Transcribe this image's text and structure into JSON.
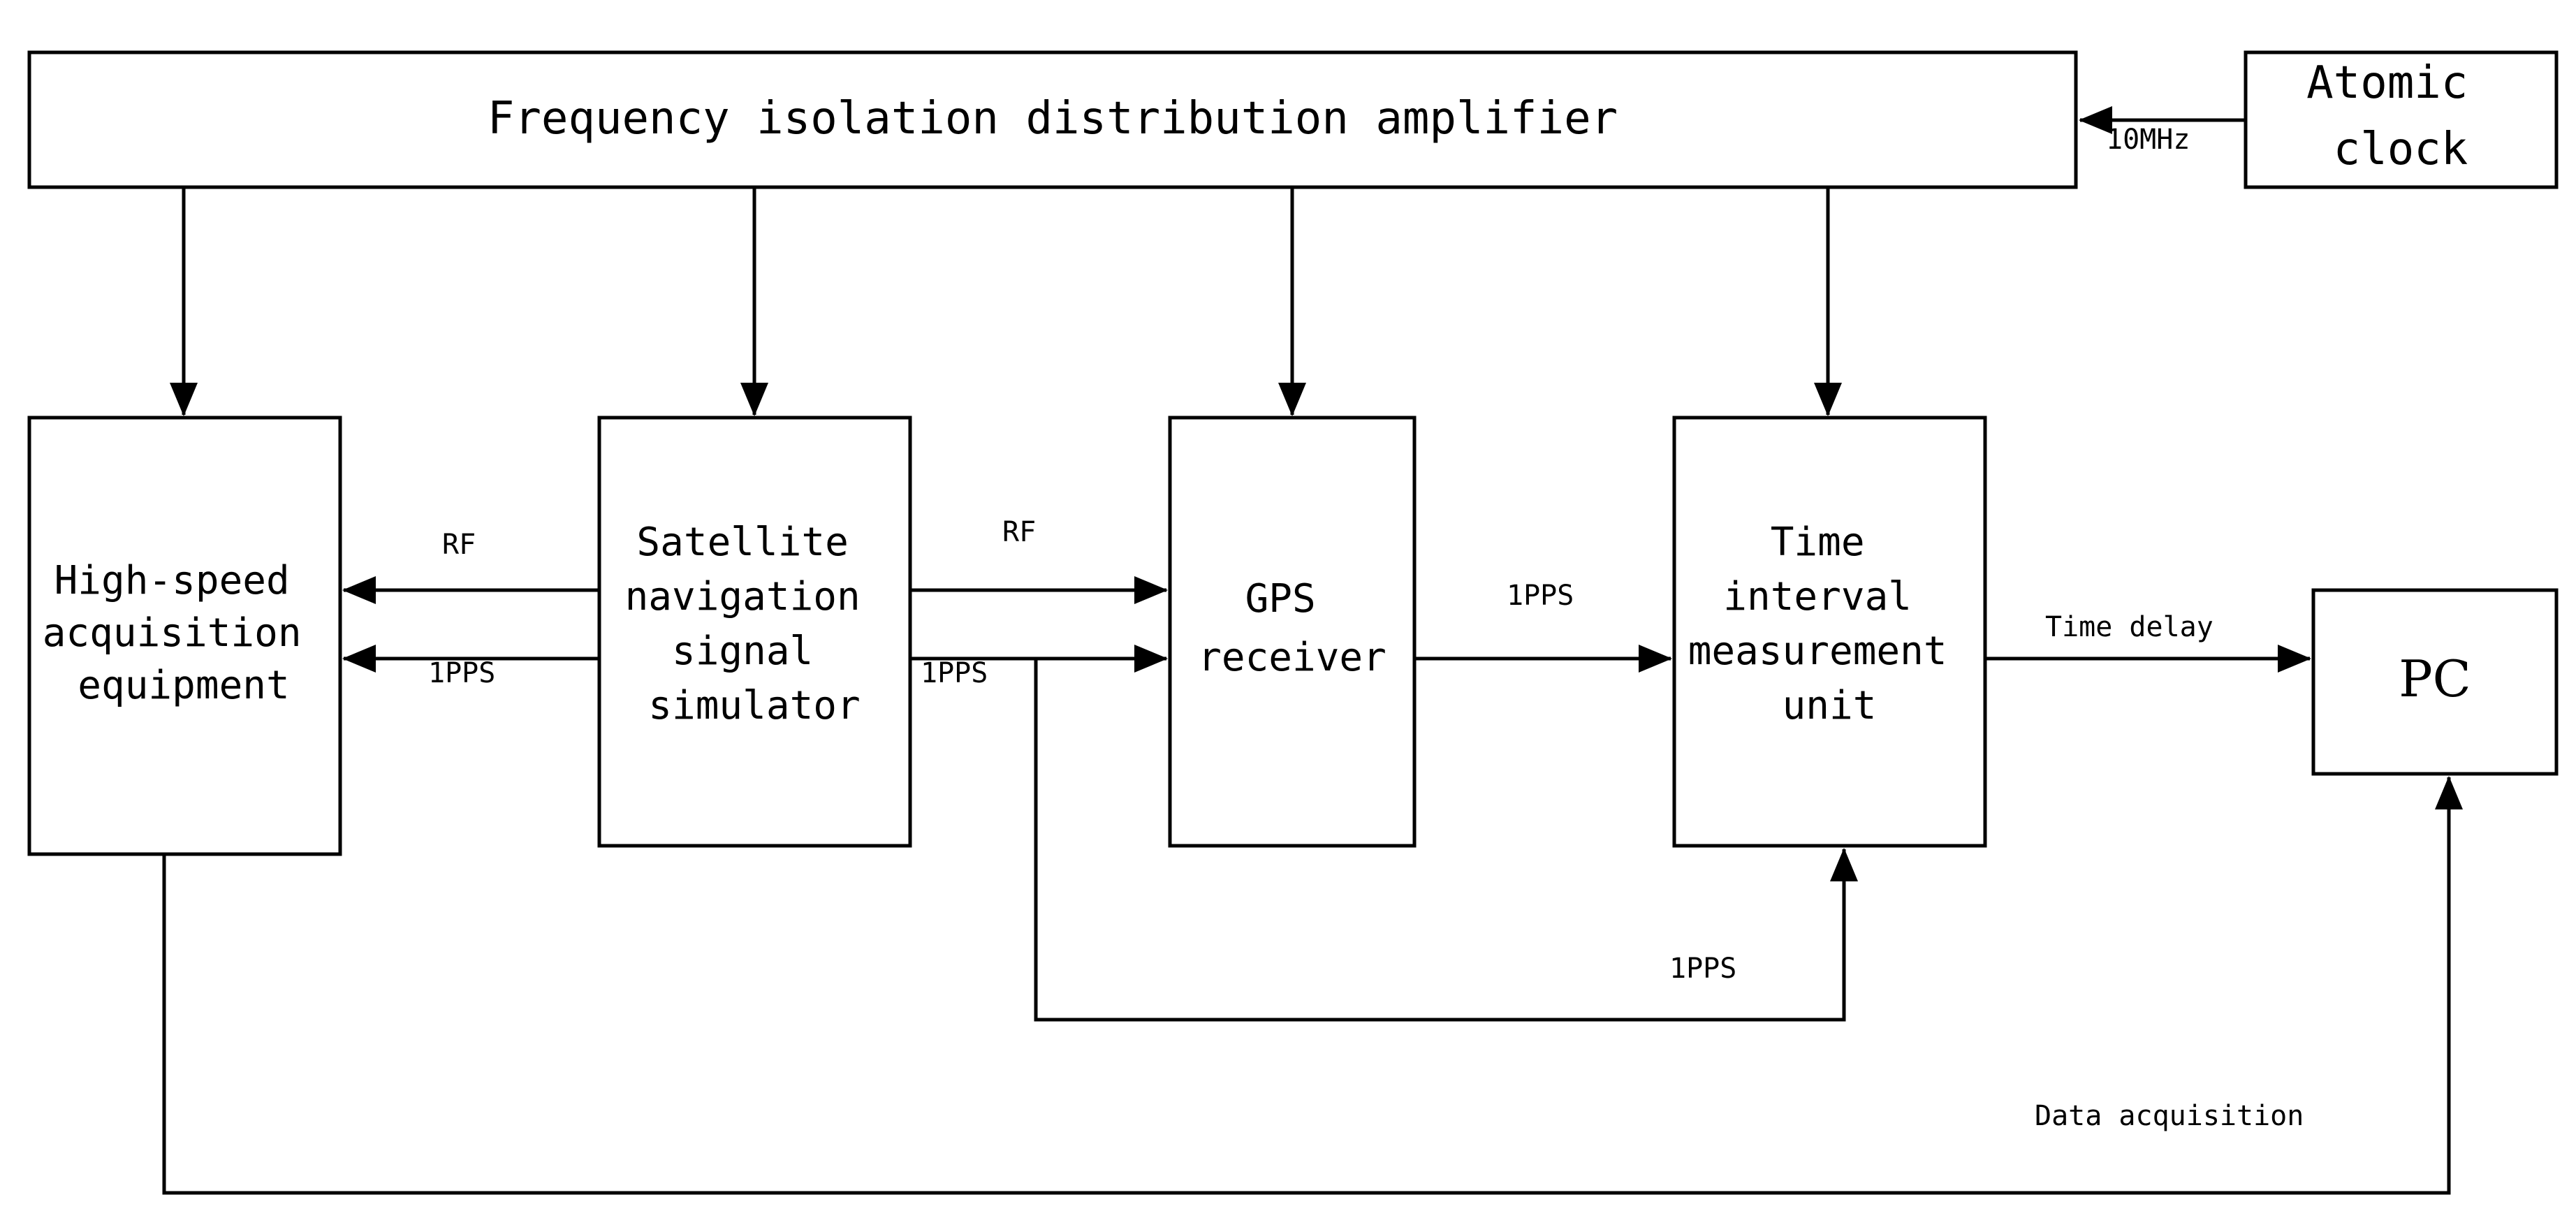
{
  "diagram": {
    "blocks": {
      "fida": {
        "lines": [
          "Frequency isolation distribution amplifier"
        ]
      },
      "atomic_clock": {
        "lines": [
          "Atomic",
          "clock"
        ]
      },
      "hsae": {
        "lines": [
          "High-speed",
          "acquisition",
          "equipment"
        ]
      },
      "simulator": {
        "lines": [
          "Satellite",
          "navigation",
          "signal",
          "simulator"
        ]
      },
      "gps": {
        "lines": [
          "GPS",
          "receiver"
        ]
      },
      "timu": {
        "lines": [
          "Time",
          "interval",
          "measurement",
          "unit"
        ]
      },
      "pc": {
        "lines": [
          "PC"
        ]
      }
    },
    "signals": {
      "ten_mhz": "10MHz",
      "rf_left": "RF",
      "pps_left": "1PPS",
      "rf_right": "RF",
      "pps_right": "1PPS",
      "pps_gps_timu": "1PPS",
      "time_delay": "Time delay",
      "pps_bottom": "1PPS",
      "data_acquisition": "Data acquisition"
    }
  }
}
